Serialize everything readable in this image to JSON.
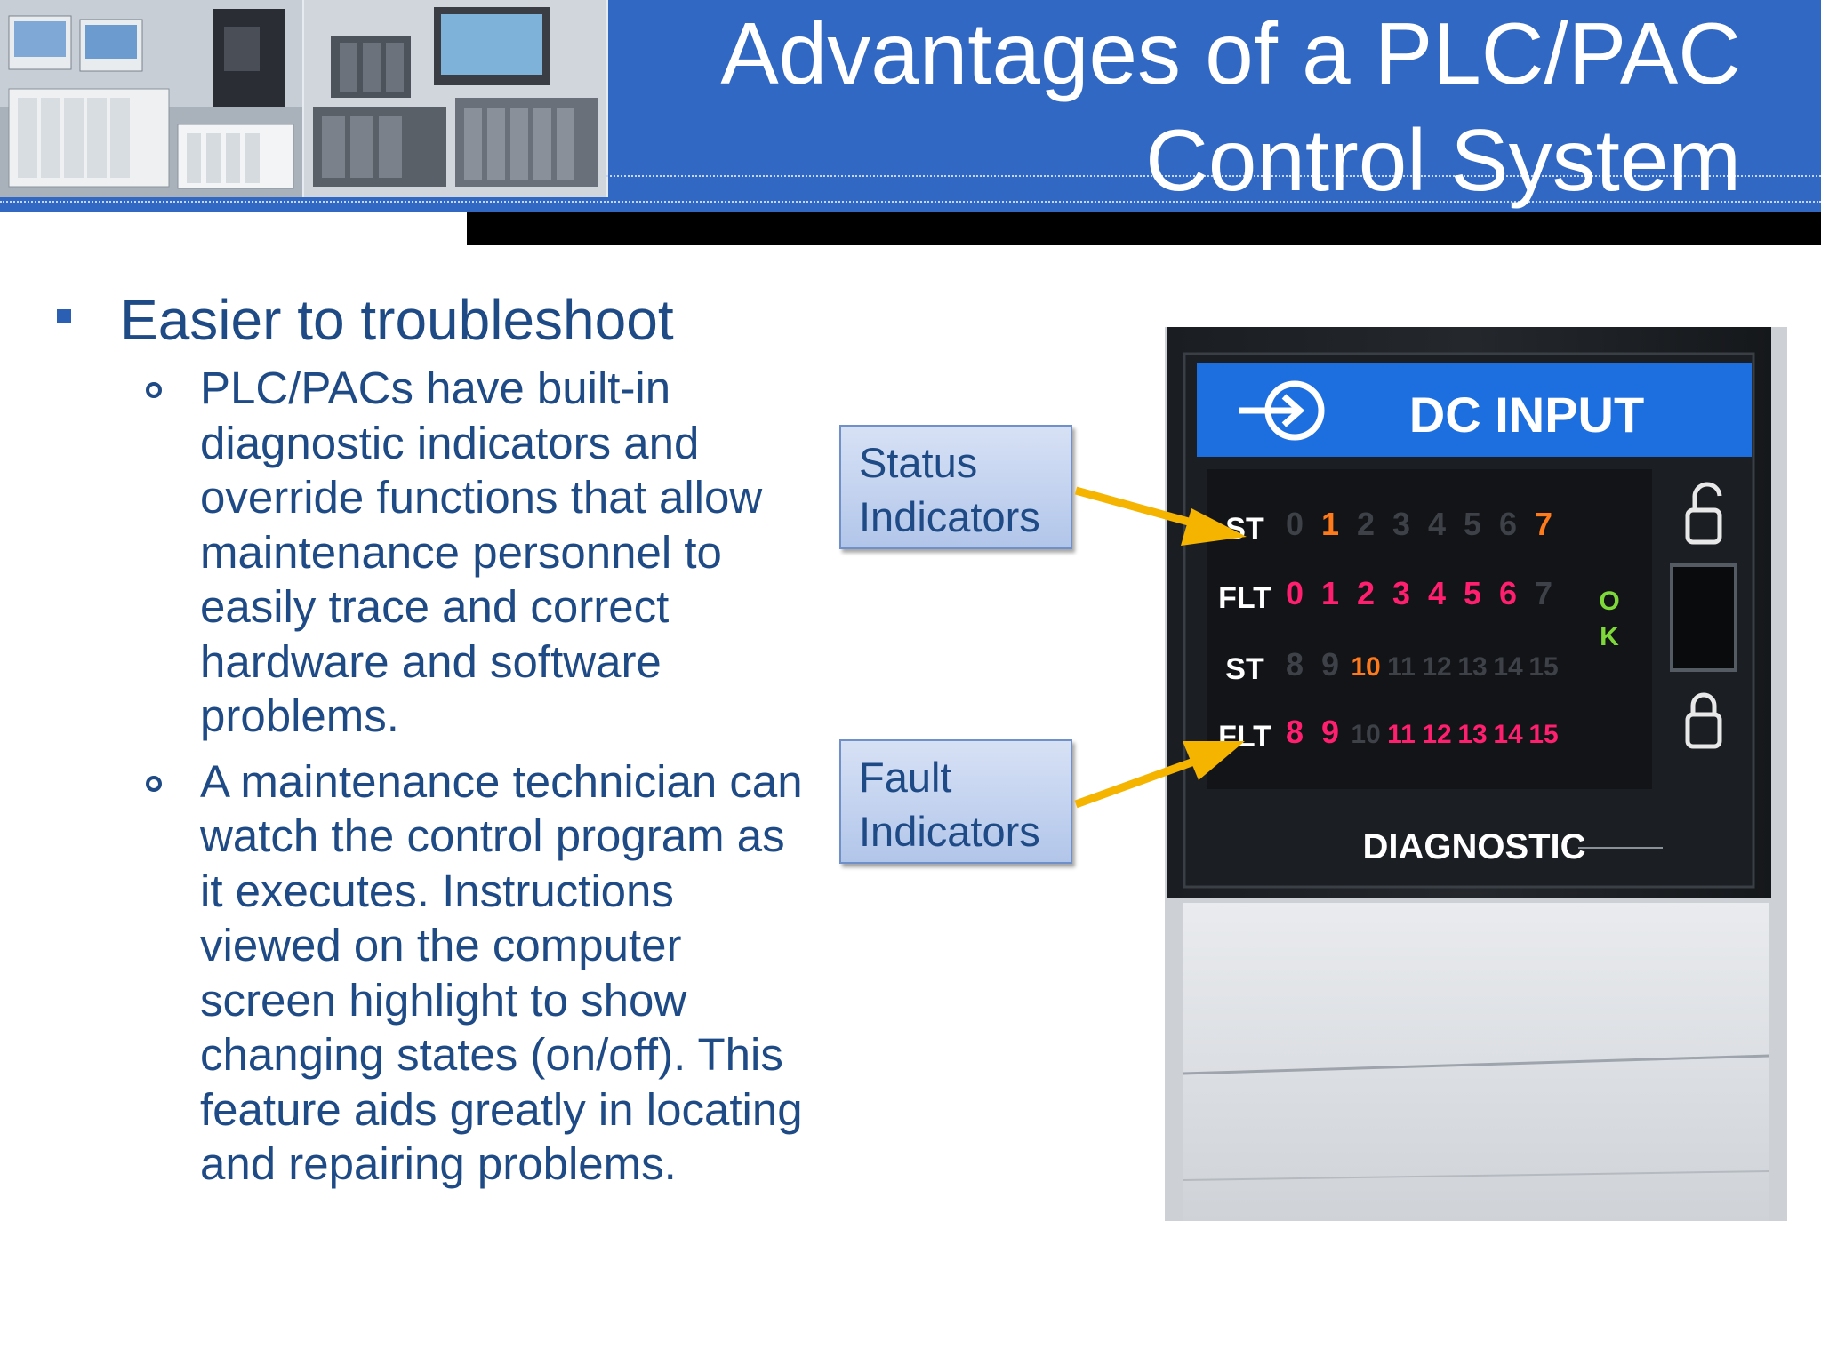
{
  "title": {
    "line1": "Advantages of a PLC/PAC",
    "line2": "Control System"
  },
  "bullets": {
    "main": "Easier to troubleshoot",
    "sub": [
      "PLC/PACs have built-in diagnostic indicators and override functions that allow maintenance personnel to easily trace and correct hardware and software problems.",
      "A maintenance technician can watch the control program as it executes. Instructions viewed on the computer screen highlight to show changing states (on/off). This feature aids greatly in locating and repairing problems."
    ]
  },
  "callouts": {
    "status": {
      "line1": "Status",
      "line2": "Indicators"
    },
    "fault": {
      "line1": "Fault",
      "line2": "Indicators"
    }
  },
  "module": {
    "header": "DC INPUT",
    "footer": "DIAGNOSTIC",
    "row_labels": [
      "ST",
      "FLT",
      "ST",
      "FLT"
    ],
    "rows": [
      [
        "0",
        "1",
        "2",
        "3",
        "4",
        "5",
        "6",
        "7"
      ],
      [
        "0",
        "1",
        "2",
        "3",
        "4",
        "5",
        "6",
        "7"
      ],
      [
        "8",
        "9",
        "10",
        "11",
        "12",
        "13",
        "14",
        "15"
      ],
      [
        "8",
        "9",
        "10",
        "11",
        "12",
        "13",
        "14",
        "15"
      ]
    ],
    "ok_label": "OK"
  },
  "colors": {
    "header_blue": "#3068c4",
    "text_blue": "#1e4a86",
    "callout_fill": "#c2d2f0",
    "arrow": "#f5b400",
    "led_red": "#ff1f6e",
    "led_orange": "#ff7a1a",
    "led_green": "#7fd83a",
    "module_blue": "#1d6fe0"
  },
  "icons": {
    "module_input": "enter-arrow-circle-icon",
    "unlock": "unlocked-padlock-icon",
    "lock": "locked-padlock-icon"
  }
}
